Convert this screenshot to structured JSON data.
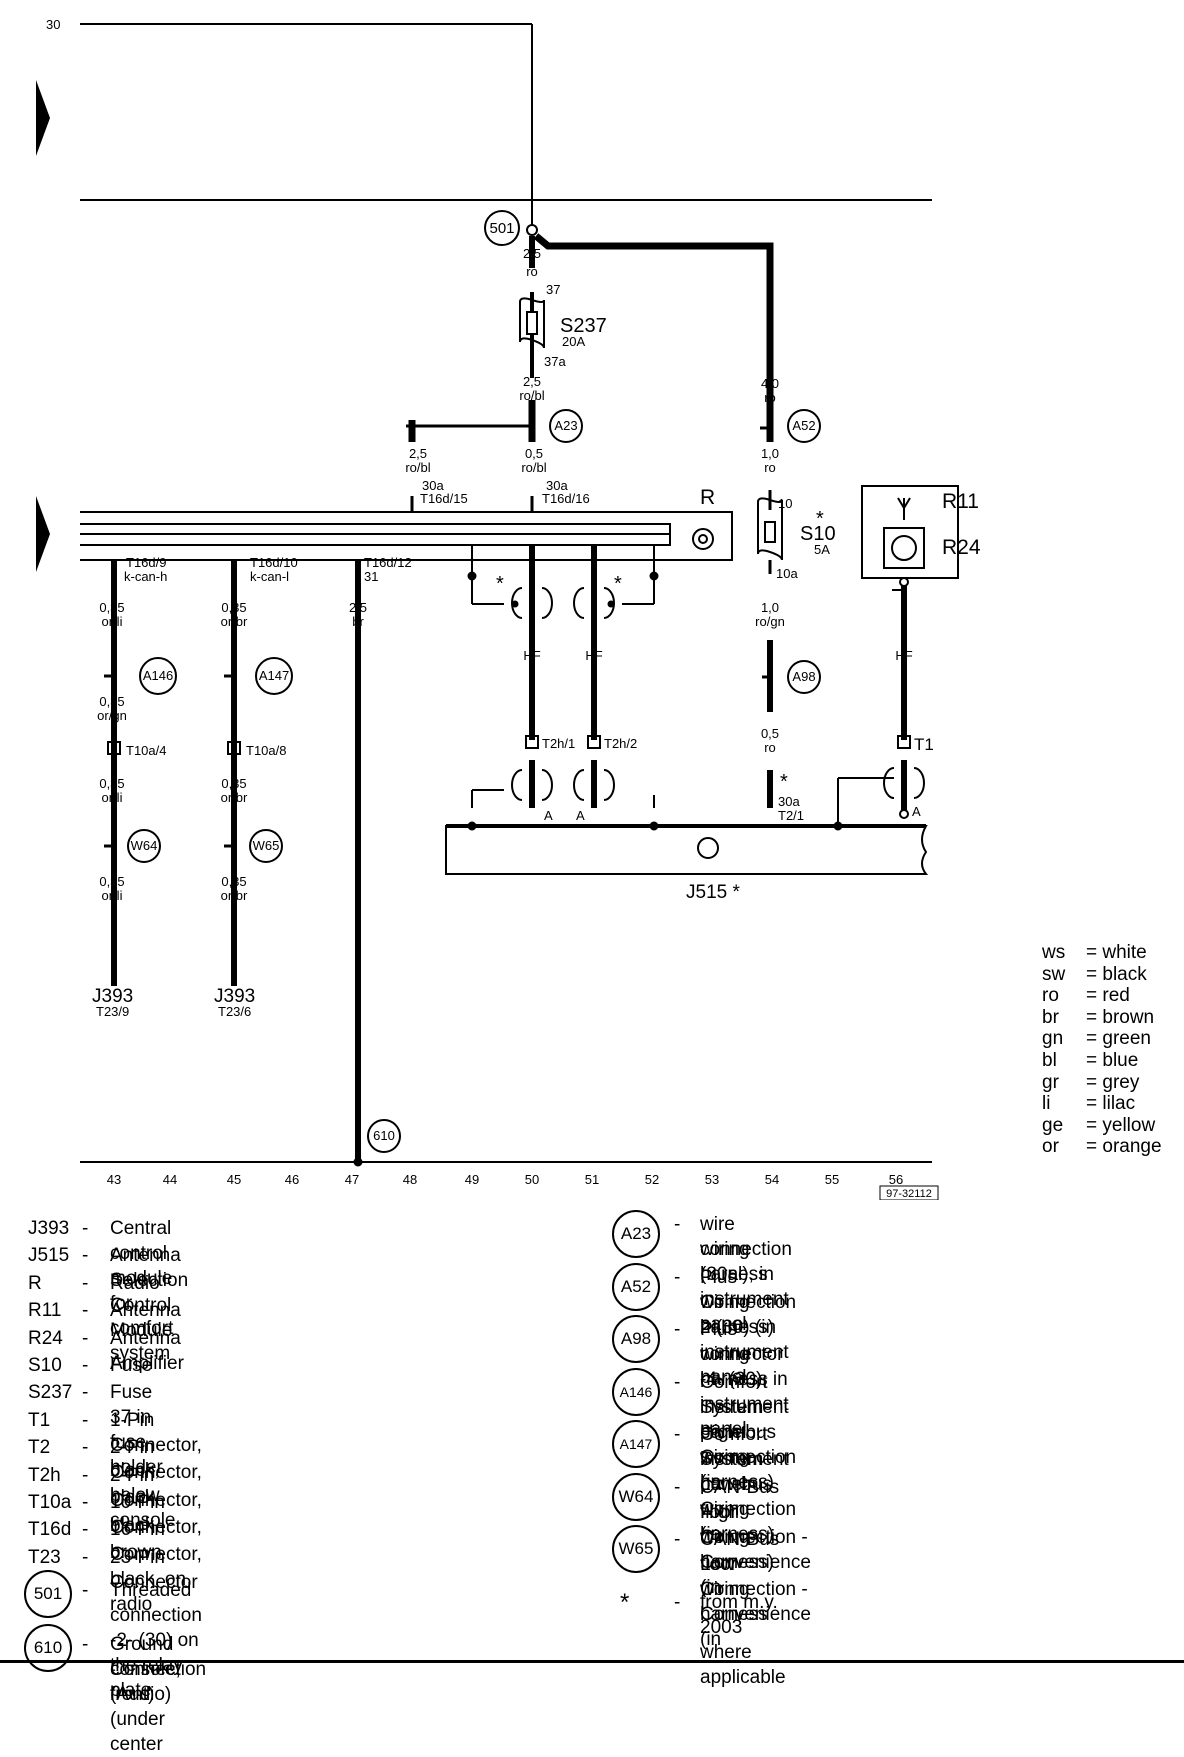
{
  "diagram": {
    "top_wire_label": "30",
    "ground_point_label": "501",
    "fuse_s237": {
      "name": "S237",
      "rating": "20A",
      "pin_in": "37",
      "pin_out": "37a"
    },
    "fuse_s10": {
      "name": "S10",
      "rating": "5A",
      "pin_in": "10",
      "pin_out": "10a",
      "star": "*"
    },
    "wires": {
      "w_501_left_size": "2,5",
      "w_501_left_color": "ro",
      "w_s237_out_size": "2,5",
      "w_s237_out_color": "ro/bl",
      "w_right_size": "4,0",
      "w_right_color": "ro",
      "w_a23_left_size": "2,5",
      "w_a23_left_color": "ro/bl",
      "w_a23_mid_size": "0,5",
      "w_a23_mid_color": "ro/bl",
      "w_a52_size": "1,0",
      "w_a52_color": "ro",
      "w_s10_out_size": "1,0",
      "w_s10_out_color": "ro/gn",
      "w_a98_size": "0,5",
      "w_a98_color": "ro",
      "w43_a_size": "0,35",
      "w43_a_color": "or/li",
      "w43_b_size": "0,35",
      "w43_b_color": "or/gn",
      "w43_c_size": "0,35",
      "w43_c_color": "or/li",
      "w43_d_size": "0,35",
      "w43_d_color": "or/li",
      "w45_a_size": "0,35",
      "w45_a_color": "or/br",
      "w45_c_size": "0,35",
      "w45_c_color": "or/br",
      "w45_d_size": "0,35",
      "w45_d_color": "or/br",
      "w47_size": "2,5",
      "w47_color": "br"
    },
    "connection_labels": {
      "a23": "A23",
      "a52": "A52",
      "a98": "A98",
      "a146": "A146",
      "a147": "A147",
      "w64": "W64",
      "w65": "W65",
      "g610": "610"
    },
    "pins": {
      "p30a_left": "30a",
      "p_t16d15": "T16d/15",
      "p30a_mid": "30a",
      "p_t16d16": "T16d/16",
      "p_t16d9": "T16d/9",
      "p_kcanh": "k-can-h",
      "p_t16d10": "T16d/10",
      "p_kcanl": "k-can-l",
      "p_t16d12": "T16d/12",
      "p_31": "31",
      "p_t10a4": "T10a/4",
      "p_t10a8": "T10a/8",
      "p_t2h1": "T2h/1",
      "p_t2h2": "T2h/2",
      "p_t1": "T1",
      "p_30a_t21": "30a",
      "p_t21": "T2/1",
      "p_star": "*",
      "hf1": "HF",
      "hf2": "HF",
      "hf3": "HF",
      "a1": "A",
      "a2": "A",
      "a3": "A"
    },
    "components": {
      "radio": "R",
      "antenna": "R11",
      "amplifier": "R24",
      "j515": "J515 *",
      "j393_a": "J393",
      "j393_a_pin": "T23/9",
      "j393_b": "J393",
      "j393_b_pin": "T23/6"
    },
    "axis_numbers": [
      "43",
      "44",
      "45",
      "46",
      "47",
      "48",
      "49",
      "50",
      "51",
      "52",
      "53",
      "54",
      "55",
      "56"
    ],
    "figure_id": "97-32112"
  },
  "color_legend": [
    {
      "code": "ws",
      "name": "white"
    },
    {
      "code": "sw",
      "name": "black"
    },
    {
      "code": "ro",
      "name": "red"
    },
    {
      "code": "br",
      "name": "brown"
    },
    {
      "code": "gn",
      "name": "green"
    },
    {
      "code": "bl",
      "name": "blue"
    },
    {
      "code": "gr",
      "name": "grey"
    },
    {
      "code": "li",
      "name": "lilac"
    },
    {
      "code": "ge",
      "name": "yellow"
    },
    {
      "code": "or",
      "name": "orange"
    }
  ],
  "legend_left": [
    {
      "code": "J393",
      "desc": "Central control module for comfort system"
    },
    {
      "code": "J515",
      "desc": "Antenna Selection Control Module"
    },
    {
      "code": "R",
      "desc": "Radio"
    },
    {
      "code": "R11",
      "desc": "Antenna"
    },
    {
      "code": "R24",
      "desc": "Antenna Amplifier"
    },
    {
      "code": "S10",
      "desc": "Fuse"
    },
    {
      "code": "S237",
      "desc": "Fuse 37 in fuse holder"
    },
    {
      "code": "T1",
      "desc": "1-Pin Connector, black, below console"
    },
    {
      "code": "T2",
      "desc": "2-Pin Connector, black"
    },
    {
      "code": "T2h",
      "desc": "2-Pin Connector, black"
    },
    {
      "code": "T10a",
      "desc": "10-Pin Connector, brown"
    },
    {
      "code": "T16d",
      "desc": "16-Pin Connector, black, on radio"
    },
    {
      "code": "T23",
      "desc": "23-Pin Connector"
    }
  ],
  "legend_circles_left": [
    {
      "code": "501",
      "desc1": "Threaded connection -2- (30) on the relay plate",
      "desc2": ""
    },
    {
      "code": "610",
      "desc1": "Ground Connection (Audio) (under center",
      "desc2": "console, front)"
    }
  ],
  "legend_right": [
    {
      "code": "A23",
      "desc1": "wire connection (30al), in instrument panel",
      "desc2": "wiring harness"
    },
    {
      "code": "A52",
      "desc1": "Plus Connection 2 (30) (in instrument panel",
      "desc2": "wiring harness)"
    },
    {
      "code": "A98",
      "desc1": "Plus connector -4- (30), in instrument panel",
      "desc2": "wiring harness"
    },
    {
      "code": "A146",
      "desc1": "Comfort System High-bus Connection (in",
      "desc2": "instrument panel wiring harness)"
    },
    {
      "code": "A147",
      "desc1": "Comfort System Low-bus Connection (in",
      "desc2": "instrument panel wiring harness)"
    },
    {
      "code": "W64",
      "desc1": "CAN-Bus High Connection - Convenience (in",
      "desc2": "floor wiring harness)"
    },
    {
      "code": "W65",
      "desc1": "CAN-Bus Low Connection - Convenience (in",
      "desc2": "floor wiring harness"
    }
  ],
  "legend_star": {
    "code": "*",
    "desc": "from m.y. 2003 where applicable"
  },
  "dash": "-"
}
